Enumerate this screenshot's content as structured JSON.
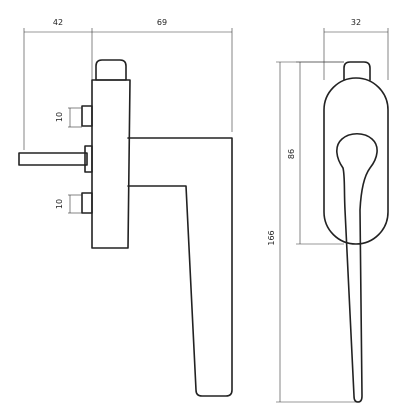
{
  "drawing": {
    "side_view": {
      "dims": {
        "backplate_offset": "42",
        "handle_projection": "69",
        "spindle_to_screw_top": "10",
        "spindle_to_screw_bottom": "10"
      }
    },
    "front_view": {
      "dims": {
        "rose_width": "32",
        "rose_height": "86",
        "overall_height": "166"
      }
    },
    "colors": {
      "line": "#222222",
      "dimension": "#333333",
      "background": "#ffffff"
    }
  }
}
